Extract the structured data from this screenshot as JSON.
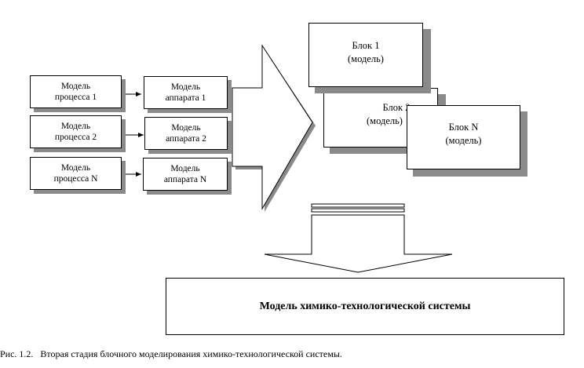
{
  "process_models": [
    {
      "line1": "Модель",
      "line2": "процесса 1"
    },
    {
      "line1": "Модель",
      "line2": "процесса 2"
    },
    {
      "line1": "Модель",
      "line2": "процесса N"
    }
  ],
  "apparatus_models": [
    {
      "line1": "Модель",
      "line2": "аппарата 1"
    },
    {
      "line1": "Модель",
      "line2": "аппарата 2"
    },
    {
      "line1": "Модель",
      "line2": "аппарата N"
    }
  ],
  "blocks": [
    {
      "line1": "Блок 1",
      "line2": "(модель)"
    },
    {
      "line1": "Блок 2",
      "line2": "(модель)"
    },
    {
      "line1": "Блок N",
      "line2": "(модель)"
    }
  ],
  "system_model": "Модель химико-технологической системы",
  "caption": "Рис. 1.2.   Вторая стадия блочного моделирования химико-технологической системы."
}
